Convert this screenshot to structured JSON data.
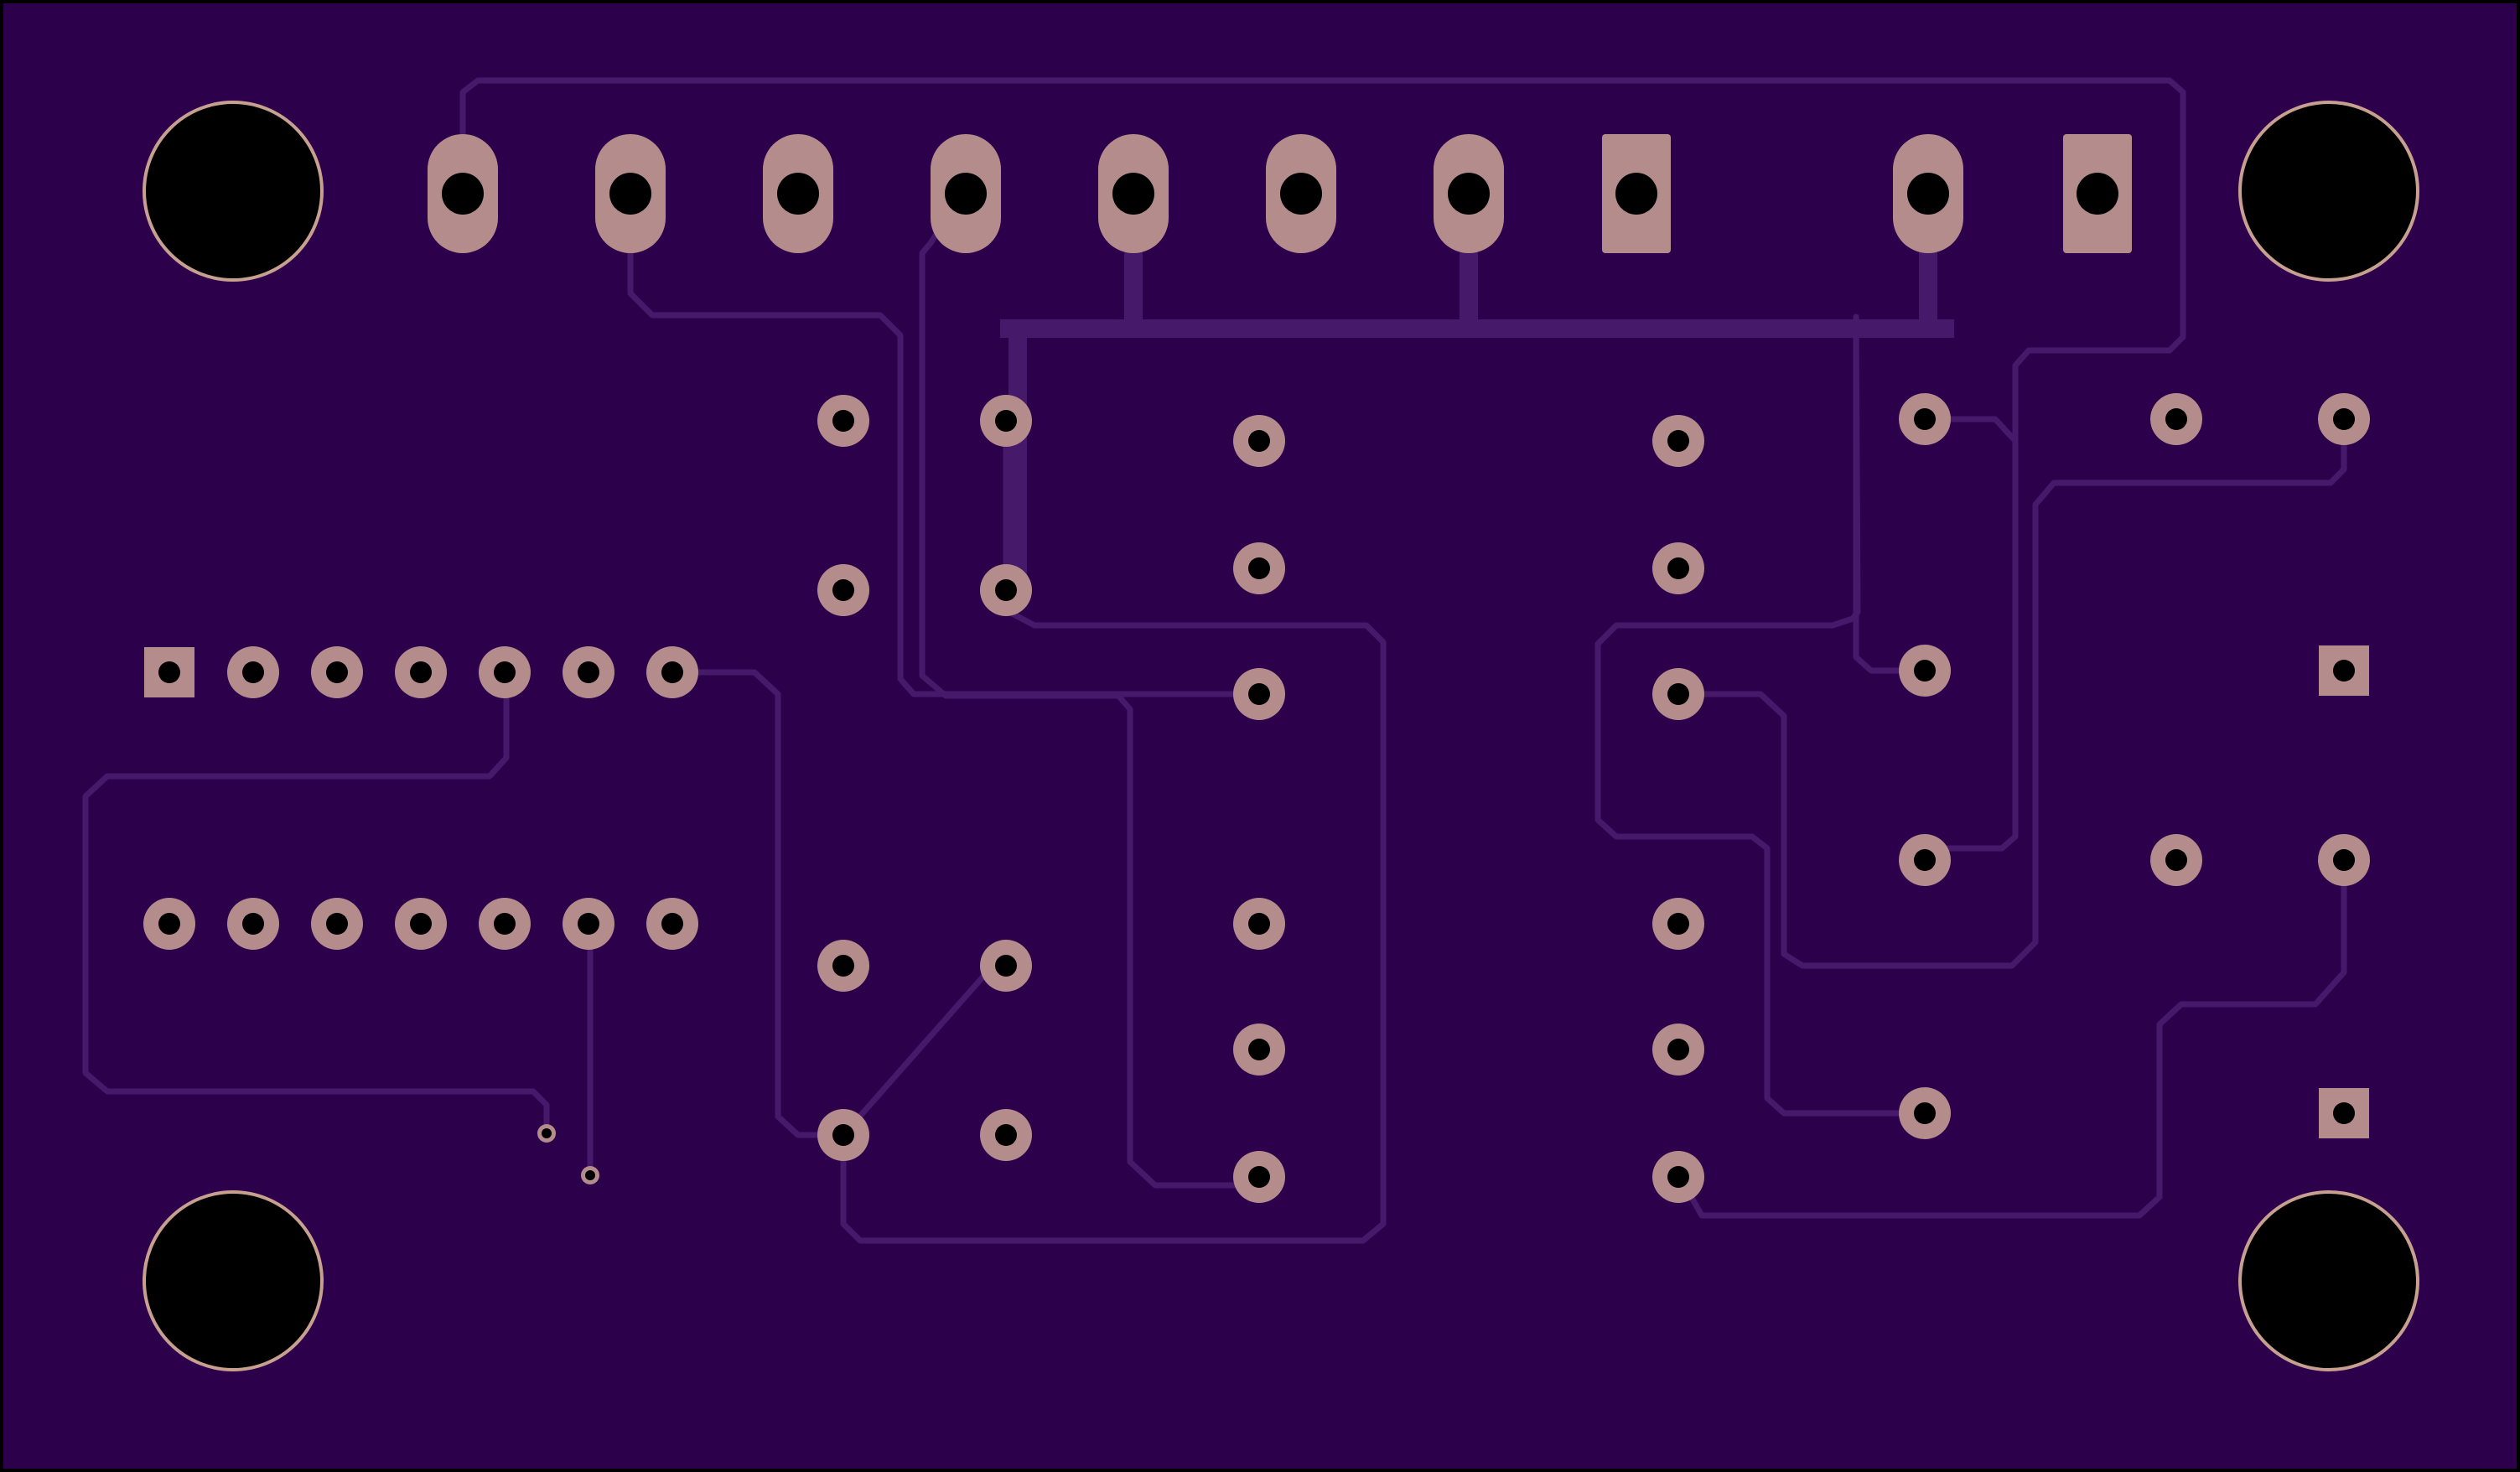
{
  "board": {
    "colors": {
      "outline": "#000000",
      "substrate": "#2d004b",
      "trace": "#47196a",
      "pad": "#b48c8c",
      "drill": "#000000",
      "mounting_hole_ring": "#c8a090"
    },
    "components": [
      {
        "name": "mounting-hole",
        "count": 4
      },
      {
        "name": "header-connector",
        "count": 10,
        "square_pads": 2
      },
      {
        "name": "dip-ic-14-pin",
        "count": 1
      },
      {
        "name": "through-hole-pad",
        "count": 40
      },
      {
        "name": "via",
        "count": 2
      }
    ]
  }
}
